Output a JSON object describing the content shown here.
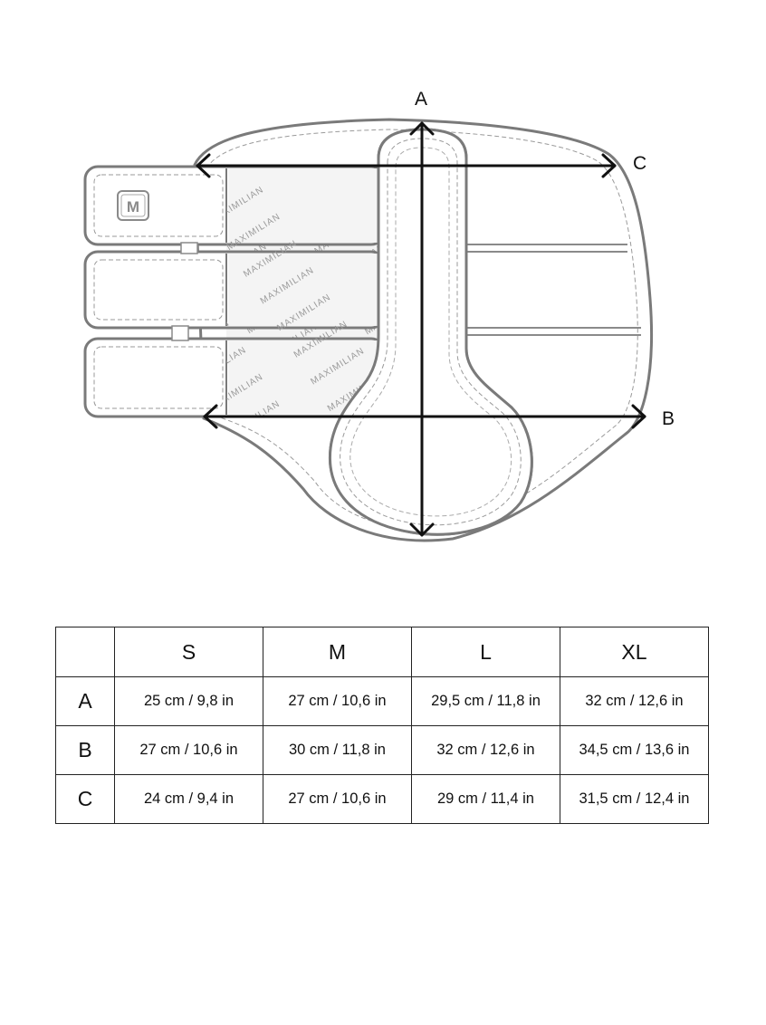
{
  "diagram": {
    "labels": {
      "a": "A",
      "b": "B",
      "c": "C"
    },
    "brand_watermark": "MAXIMILIAN",
    "logo_letter": "M"
  },
  "table": {
    "corner": "",
    "headers": [
      "S",
      "M",
      "L",
      "XL"
    ],
    "rows": [
      {
        "label": "A",
        "values": [
          "25 cm / 9,8 in",
          "27 cm / 10,6 in",
          "29,5 cm / 11,8 in",
          "32 cm / 12,6 in"
        ]
      },
      {
        "label": "B",
        "values": [
          "27 cm / 10,6 in",
          "30 cm / 11,8 in",
          "32 cm / 12,6 in",
          "34,5 cm / 13,6 in"
        ]
      },
      {
        "label": "C",
        "values": [
          "24 cm / 9,4 in",
          "27 cm / 10,6 in",
          "29 cm / 11,4 in",
          "31,5 cm / 12,4 in"
        ]
      }
    ]
  }
}
